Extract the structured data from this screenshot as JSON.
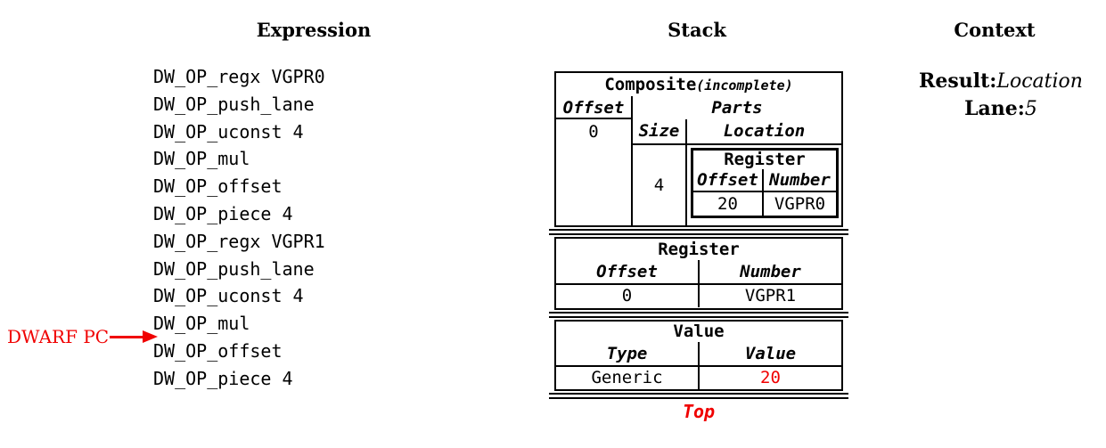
{
  "accent_red": "#f00000",
  "columns": {
    "expression_title": "Expression",
    "stack_title": "Stack",
    "context_title": "Context"
  },
  "expression": {
    "items": [
      "DW_OP_regx VGPR0",
      "DW_OP_push_lane",
      "DW_OP_uconst 4",
      "DW_OP_mul",
      "DW_OP_offset",
      "DW_OP_piece 4",
      "DW_OP_regx VGPR1",
      "DW_OP_push_lane",
      "DW_OP_uconst 4",
      "DW_OP_mul",
      "DW_OP_offset",
      "DW_OP_piece 4"
    ],
    "pc_label": "DWARF PC",
    "pc_index": 10
  },
  "stack": {
    "composite": {
      "title": "Composite",
      "title_suffix": "(incomplete)",
      "offset_header": "Offset",
      "parts_header": "Parts",
      "offset_value": "0",
      "size_header": "Size",
      "location_header": "Location",
      "size_value": "4",
      "part_location": {
        "title": "Register",
        "offset_header": "Offset",
        "number_header": "Number",
        "offset_value": "20",
        "number_value": "VGPR0"
      }
    },
    "register": {
      "title": "Register",
      "offset_header": "Offset",
      "number_header": "Number",
      "offset_value": "0",
      "number_value": "VGPR1"
    },
    "value": {
      "title": "Value",
      "type_header": "Type",
      "value_header": "Value",
      "type_value": "Generic",
      "value_value": "20"
    },
    "top_label": "Top"
  },
  "context": {
    "result_label": "Result:",
    "result_value": "Location",
    "lane_label": "Lane:",
    "lane_value": "5"
  }
}
